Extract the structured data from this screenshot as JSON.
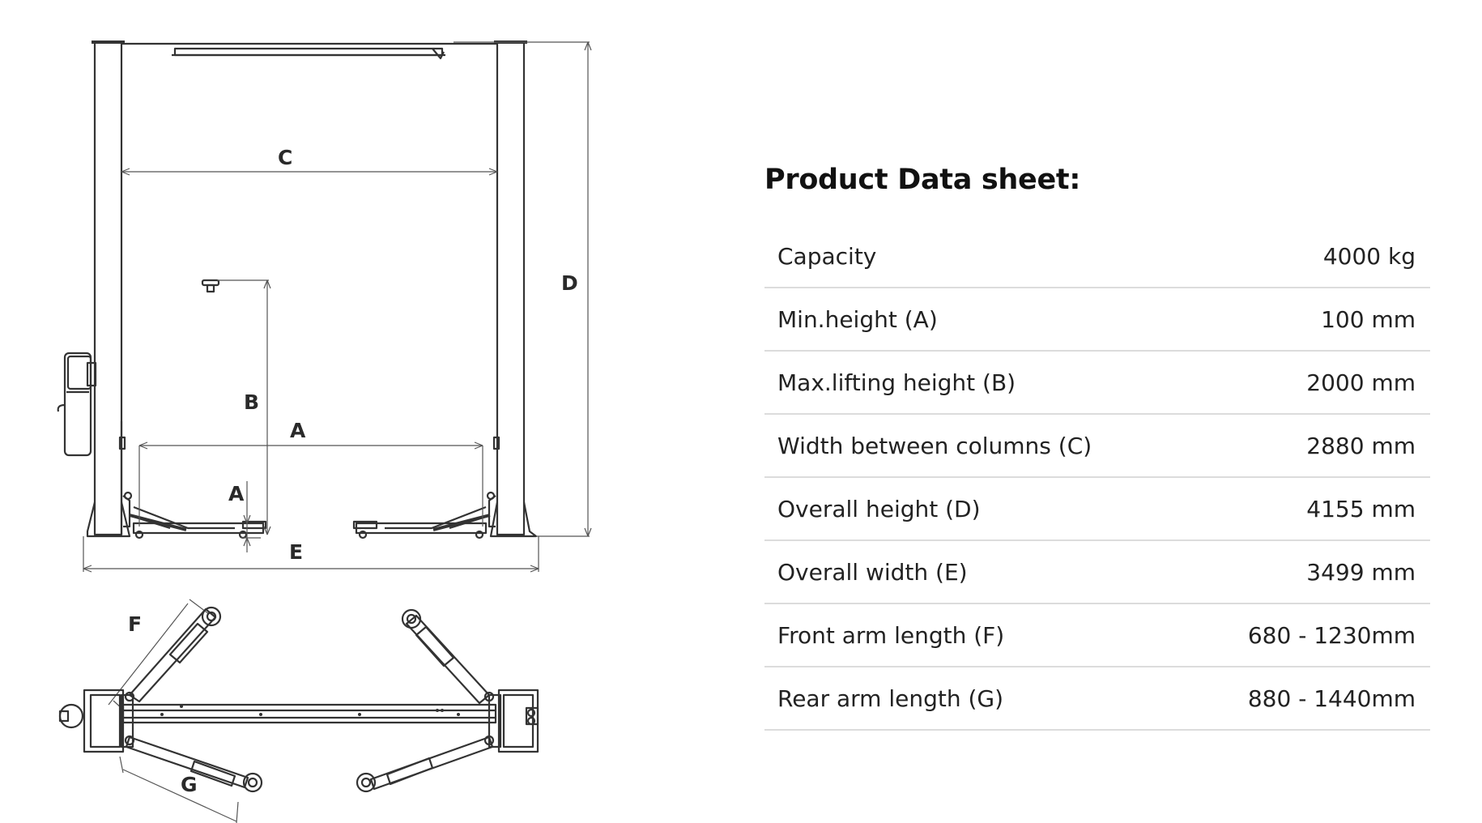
{
  "drawing": {
    "labels": {
      "a_front": "A",
      "a_height": "A",
      "b": "B",
      "c": "C",
      "d": "D",
      "e": "E",
      "f": "F",
      "g": "G"
    }
  },
  "datasheet": {
    "title": "Product Data sheet:",
    "rows": [
      {
        "label": "Capacity",
        "value": "4000 kg"
      },
      {
        "label": "Min.height (A)",
        "value": "100 mm"
      },
      {
        "label": "Max.lifting height (B)",
        "value": "2000 mm"
      },
      {
        "label": "Width between columns (C)",
        "value": "2880 mm"
      },
      {
        "label": "Overall height (D)",
        "value": "4155 mm"
      },
      {
        "label": "Overall width (E)",
        "value": "3499 mm"
      },
      {
        "label": "Front arm length (F)",
        "value": "680 - 1230mm"
      },
      {
        "label": "Rear arm length (G)",
        "value": "880 - 1440mm"
      }
    ]
  }
}
